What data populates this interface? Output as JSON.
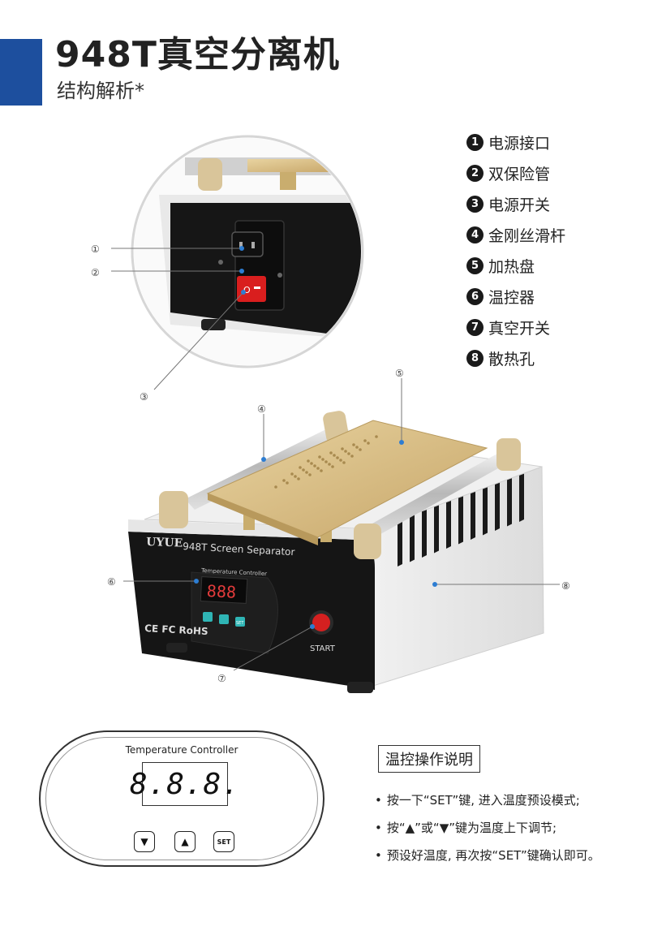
{
  "header": {
    "title": "948T真空分离机",
    "subtitle": "结构解析*"
  },
  "legend": [
    {
      "num": "1",
      "label": "电源接口"
    },
    {
      "num": "2",
      "label": "双保险管"
    },
    {
      "num": "3",
      "label": "电源开关"
    },
    {
      "num": "4",
      "label": "金刚丝滑杆"
    },
    {
      "num": "5",
      "label": "加热盘"
    },
    {
      "num": "6",
      "label": "温控器"
    },
    {
      "num": "7",
      "label": "真空开关"
    },
    {
      "num": "8",
      "label": "散热孔"
    }
  ],
  "callouts": {
    "c1": "①",
    "c2": "②",
    "c3": "③",
    "c4": "④",
    "c5": "⑤",
    "c6": "⑥",
    "c7": "⑦",
    "c8": "⑧"
  },
  "device": {
    "brand": "UYUE",
    "model": "948T  Screen Separator",
    "controller_label": "Temperature Controller",
    "display": "888",
    "set_label": "SET",
    "certs": "CE FC RoHS",
    "start_label": "START"
  },
  "panel": {
    "title": "Temperature Controller",
    "display": "8.8.8.",
    "down": "▼",
    "up": "▲",
    "set": "SET"
  },
  "instructions": {
    "title": "温控操作说明",
    "steps": [
      "按一下“SET”键, 进入温度预设模式;",
      "按“▲”或“▼”键为温度上下调节;",
      "预设好温度, 再次按“SET”键确认即可。"
    ]
  },
  "colors": {
    "accent": "#1d4f9e",
    "plate": "#d8bd84",
    "body": "#1a1a1a",
    "start_button": "#d42020"
  }
}
